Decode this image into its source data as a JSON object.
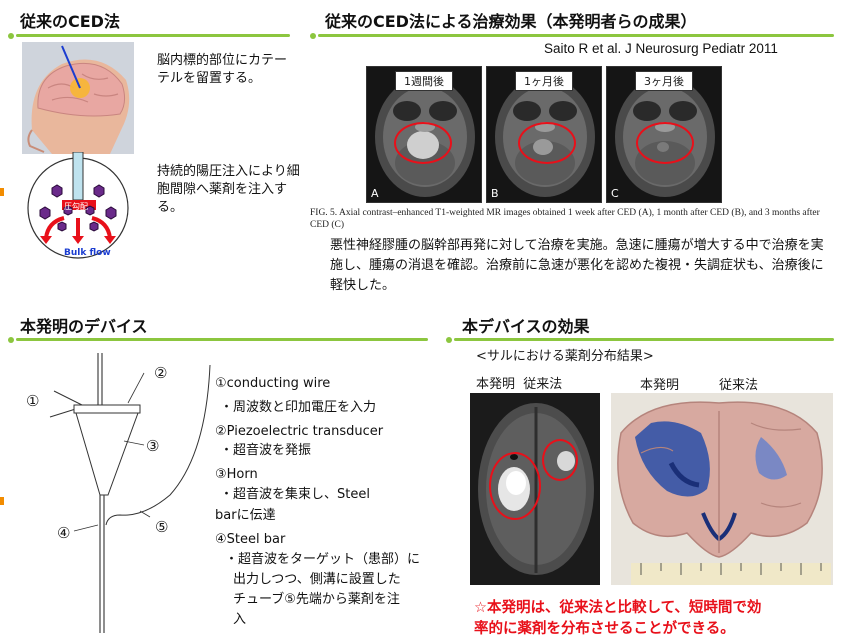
{
  "sections": {
    "conventional_title": "従来のCED法",
    "results_title": "従来のCED法による治療効果（本発明者らの成果）",
    "device_title": "本発明のデバイス",
    "effect_title": "本デバイスの効果"
  },
  "conventional": {
    "step1": "脳内標的部位にカテーテルを留置する。",
    "step2": "持続的陽圧注入により細胞間隙へ薬剤を注入する。",
    "bulk_flow_label": "Bulk flow",
    "pressure_label": "圧勾配"
  },
  "results": {
    "citation": "Saito R et al. J Neurosurg Pediatr 2011",
    "panels": [
      {
        "label": "1週間後",
        "letter": "A"
      },
      {
        "label": "1ヶ月後",
        "letter": "B"
      },
      {
        "label": "3ヶ月後",
        "letter": "C"
      }
    ],
    "figure_caption": "FIG. 5. Axial contrast–enhanced T1-weighted MR images obtained 1 week after CED (A), 1 month after CED (B), and 3 months after CED (C)",
    "summary": "悪性神経膠腫の脳幹部再発に対して治療を実施。急速に腫瘍が増大する中で治療を実施し、腫瘍の消退を確認。治療前に急速が悪化を認めた複視・失調症状も、治療後に軽快した。"
  },
  "device": {
    "callouts": [
      "①",
      "②",
      "③",
      "④",
      "⑤"
    ],
    "legend": [
      "①conducting wire",
      "・周波数と印加電圧を入力",
      "②Piezoelectric transducer",
      "・超音波を発振",
      "③Horn",
      "・超音波を集束し、Steel",
      "barに伝達",
      "④Steel bar",
      "・超音波をターゲット（患部）に",
      "出力しつつ、側溝に設置した",
      "チューブ⑤先端から薬剤を注",
      "入"
    ]
  },
  "effect": {
    "subtitle": "<サルにおける薬剤分布結果>",
    "mri_labels": "本発明  従来法",
    "photo_label_left": "本発明",
    "photo_label_right": "従来法",
    "conclusion_line1": "☆本発明は、従来法と比較して、短時間で効",
    "conclusion_line2": "率的に薬剤を分布させることができる。"
  },
  "colors": {
    "accent_bar": "#8cc63f",
    "highlight_red": "#e8101a",
    "dye_blue": "#2a4fa8"
  }
}
